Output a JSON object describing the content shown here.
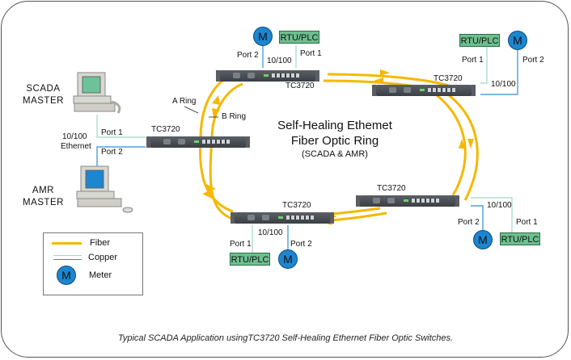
{
  "title": {
    "line1": "Self-Healing Ethemet",
    "line2": "Fiber Optic Ring",
    "line3": "(SCADA & AMR)"
  },
  "masters": {
    "scada": {
      "line1": "SCADA",
      "line2": "MASTER"
    },
    "amr": {
      "line1": "AMR",
      "line2": "MASTER"
    },
    "link_speed": "10/100",
    "link_type": "Ethernet",
    "port1": "Port 1",
    "port2": "Port 2"
  },
  "rings": {
    "a": "A Ring",
    "b": "B Ring"
  },
  "switch_model": "TC3720",
  "nodes": [
    {
      "id": "left",
      "switch": "TC3720"
    },
    {
      "id": "top",
      "switch": "TC3720",
      "port1": "Port 1",
      "port2": "Port 2",
      "speed": "10/100",
      "rtu": "RTU/PLC",
      "meter": "M"
    },
    {
      "id": "upper-right",
      "switch": "TC3720",
      "port1": "Port 1",
      "port2": "Port 2",
      "speed": "10/100",
      "rtu": "RTU/PLC",
      "meter": "M"
    },
    {
      "id": "lower-right",
      "switch": "TC3720",
      "port1": "Port 1",
      "port2": "Port 2",
      "speed": "10/100",
      "rtu": "RTU/PLC",
      "meter": "M"
    },
    {
      "id": "bottom",
      "switch": "TC3720",
      "port1": "Port 1",
      "port2": "Port 2",
      "speed": "10/100",
      "rtu": "RTU/PLC",
      "meter": "M"
    }
  ],
  "legend": {
    "fiber": "Fiber",
    "copper": "Copper",
    "meter_symbol": "M",
    "meter": "Meter"
  },
  "colors": {
    "fiber": "#f5b800",
    "copper_port1": "#9fd9c0",
    "copper_port2": "#2f8fd0",
    "rtu_fill": "#6dbf8e",
    "meter_fill": "#1c86d0"
  },
  "caption": "Typical SCADA Application usingTC3720 Self-Healing Ethernet Fiber Optic Switches."
}
